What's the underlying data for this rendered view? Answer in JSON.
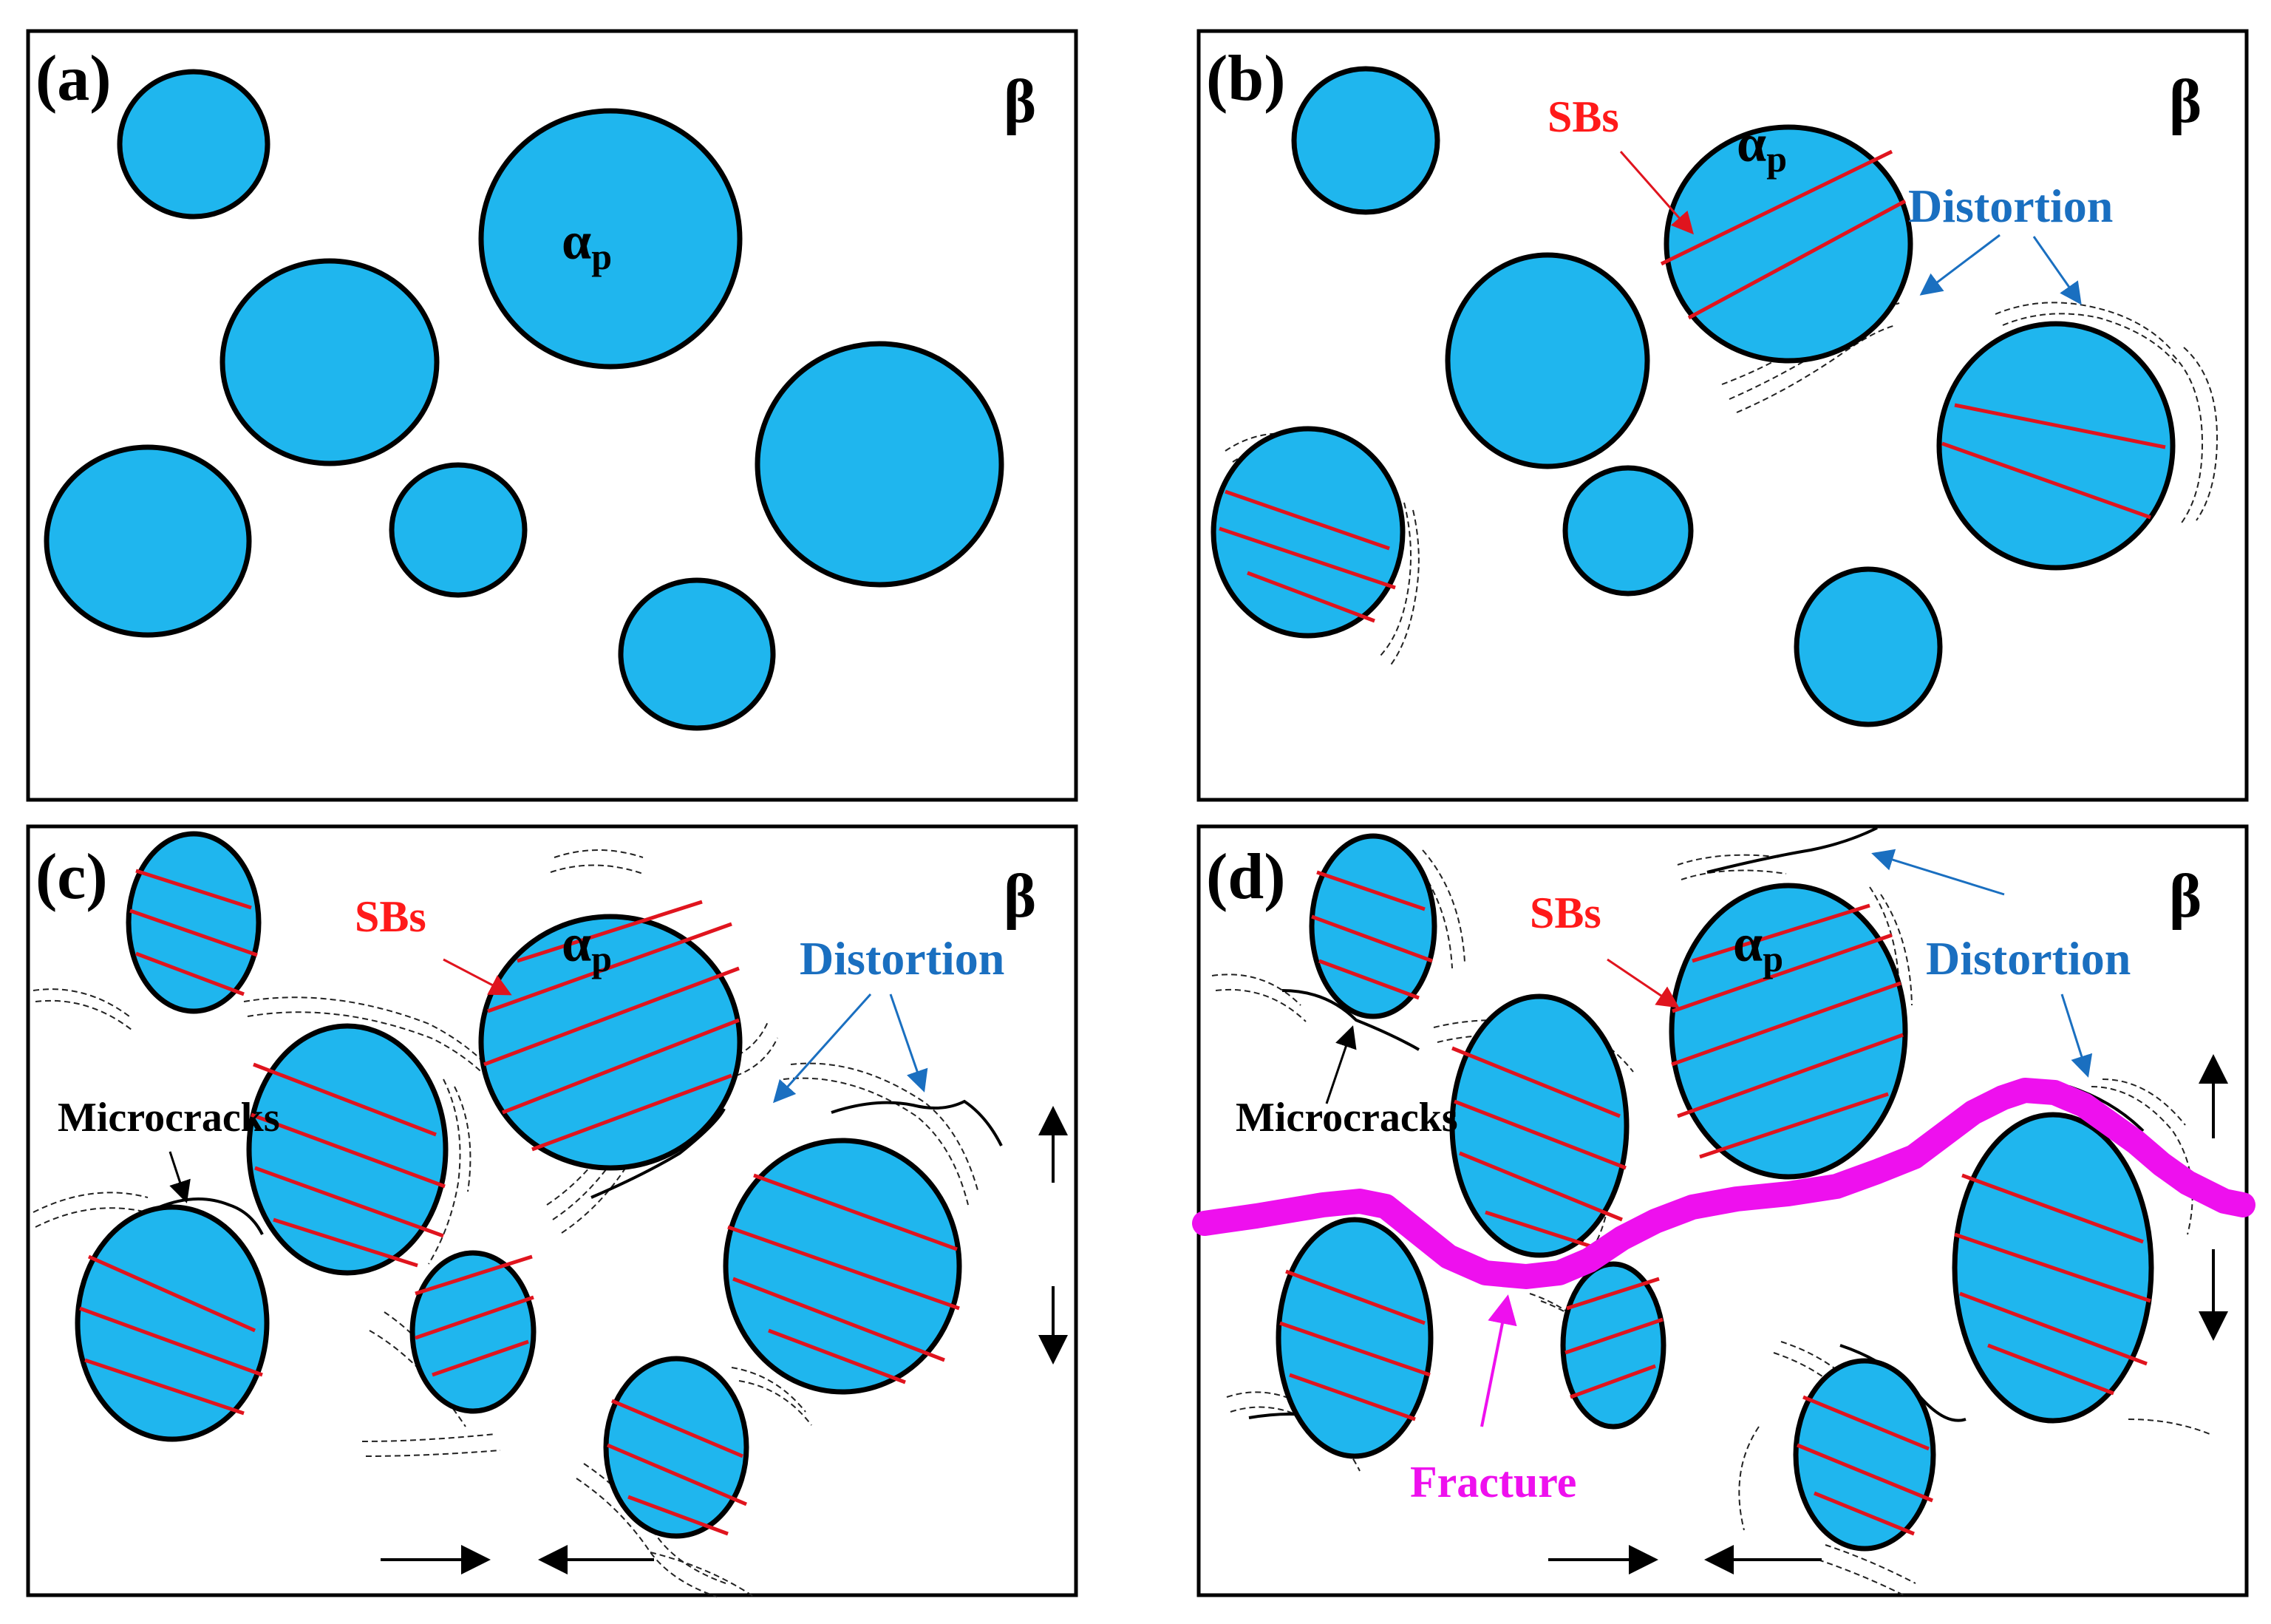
{
  "panels": {
    "a": {
      "label": "(a)",
      "beta": "β",
      "alpha_main": "α",
      "alpha_sub": "p"
    },
    "b": {
      "label": "(b)",
      "beta": "β",
      "alpha_main": "α",
      "alpha_sub": "p",
      "sbs": "SBs",
      "distortion": "Distortion"
    },
    "c": {
      "label": "(c)",
      "beta": "β",
      "alpha_main": "α",
      "alpha_sub": "p",
      "sbs": "SBs",
      "distortion": "Distortion",
      "microcracks": "Microcracks"
    },
    "d": {
      "label": "(d)",
      "beta": "β",
      "alpha_main": "α",
      "alpha_sub": "p",
      "sbs": "SBs",
      "distortion": "Distortion",
      "microcracks": "Microcracks",
      "fracture": "Fracture"
    }
  },
  "colors": {
    "grain_fill": "#1fb6ee",
    "outline": "#000000",
    "slip_band": "#e0141e",
    "distortion_text": "#1a6fc0",
    "sbs_text": "#ff1a1a",
    "fracture": "#ee10ee"
  }
}
